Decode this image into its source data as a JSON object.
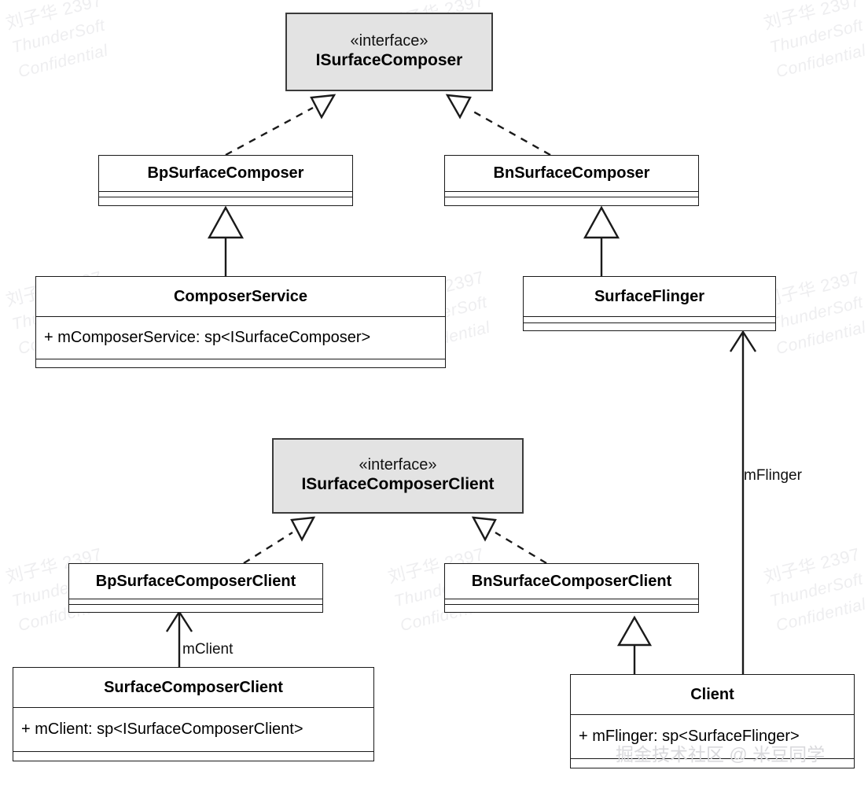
{
  "diagram": {
    "title": "ISurfaceComposer / SurfaceFlinger UML class diagram",
    "background": "#ffffff",
    "line_color": "#1a1a1a",
    "interface_fill": "#e3e3e3",
    "stereotype": "«interface»"
  },
  "watermark": {
    "line1": "刘子华 2397",
    "line2": "ThunderSoft",
    "line3": "Confidential",
    "bottom": "掘金技术社区 @ 米豆同学",
    "color": "#eeeef0"
  },
  "nodes": {
    "isurfacecomposer": {
      "stereotype": "«interface»",
      "name": "ISurfaceComposer"
    },
    "bpsurfacecomposer": {
      "name": "BpSurfaceComposer",
      "attributes": [],
      "operations": []
    },
    "bnsurfacecomposer": {
      "name": "BnSurfaceComposer",
      "attributes": [],
      "operations": []
    },
    "composerservice": {
      "name": "ComposerService",
      "attributes": [
        "+ mComposerService: sp<ISurfaceComposer>"
      ],
      "operations": []
    },
    "surfaceflinger": {
      "name": "SurfaceFlinger",
      "attributes": [],
      "operations": []
    },
    "isurfacecomposerclient": {
      "stereotype": "«interface»",
      "name": "ISurfaceComposerClient"
    },
    "bpsurfacecomposerclient": {
      "name": "BpSurfaceComposerClient",
      "attributes": [],
      "operations": []
    },
    "bnsurfacecomposerclient": {
      "name": "BnSurfaceComposerClient",
      "attributes": [],
      "operations": []
    },
    "surfacecomposerclient": {
      "name": "SurfaceComposerClient",
      "attributes": [
        "+ mClient: sp<ISurfaceComposerClient>"
      ],
      "operations": []
    },
    "client": {
      "name": "Client",
      "attributes": [
        "+ mFlinger: sp<SurfaceFlinger>"
      ],
      "operations": []
    }
  },
  "edges": {
    "mclient": {
      "label": "mClient",
      "kind": "association",
      "from": "SurfaceComposerClient",
      "to": "BpSurfaceComposerClient"
    },
    "mflinger": {
      "label": "mFlinger",
      "kind": "association",
      "from": "Client",
      "to": "SurfaceFlinger"
    },
    "realizations": [
      {
        "from": "BpSurfaceComposer",
        "to": "ISurfaceComposer",
        "kind": "realization"
      },
      {
        "from": "BnSurfaceComposer",
        "to": "ISurfaceComposer",
        "kind": "realization"
      },
      {
        "from": "BpSurfaceComposerClient",
        "to": "ISurfaceComposerClient",
        "kind": "realization"
      },
      {
        "from": "BnSurfaceComposerClient",
        "to": "ISurfaceComposerClient",
        "kind": "realization"
      }
    ],
    "generalizations": [
      {
        "from": "ComposerService",
        "to": "BpSurfaceComposer",
        "kind": "generalization"
      },
      {
        "from": "SurfaceFlinger",
        "to": "BnSurfaceComposer",
        "kind": "generalization"
      },
      {
        "from": "Client",
        "to": "BnSurfaceComposerClient",
        "kind": "generalization"
      }
    ]
  }
}
